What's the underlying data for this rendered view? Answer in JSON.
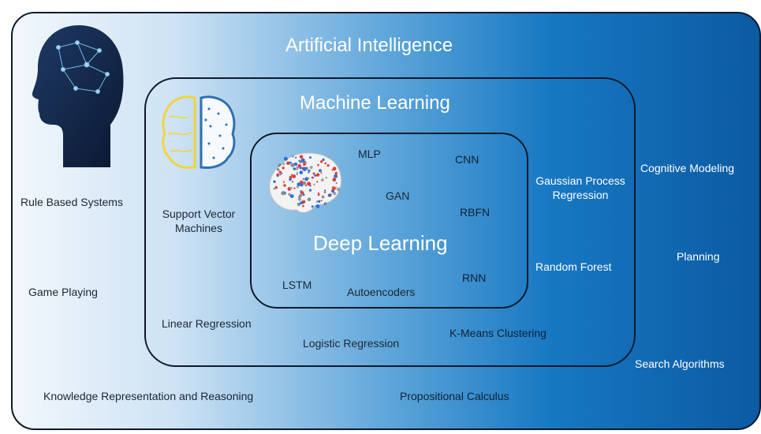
{
  "ai": {
    "title": "Artificial Intelligence",
    "items": {
      "rule_based": "Rule Based Systems",
      "game_playing": "Game Playing",
      "knowledge": "Knowledge Representation and Reasoning",
      "propositional": "Propositional Calculus",
      "cognitive": "Cognitive Modeling",
      "planning": "Planning",
      "search": "Search Algorithms"
    }
  },
  "ml": {
    "title": "Machine Learning",
    "items": {
      "svm_line1": "Support Vector",
      "svm_line2": "Machines",
      "linear": "Linear Regression",
      "logistic": "Logistic Regression",
      "kmeans": "K-Means Clustering",
      "gpr_line1": "Gaussian Process",
      "gpr_line2": "Regression",
      "random_forest": "Random Forest"
    }
  },
  "dl": {
    "title": "Deep Learning",
    "items": {
      "mlp": "MLP",
      "cnn": "CNN",
      "gan": "GAN",
      "rbfn": "RBFN",
      "lstm": "LSTM",
      "autoencoders": "Autoencoders",
      "rnn": "RNN"
    }
  },
  "icons": [
    "ai-head-icon",
    "brain-hemispheres-icon",
    "neural-brain-icon"
  ],
  "colors": {
    "dark_blue": "#0b5aa2",
    "light_blue": "#cde2f4",
    "outline": "#0d1a2b",
    "yellow": "#f2d43a"
  }
}
